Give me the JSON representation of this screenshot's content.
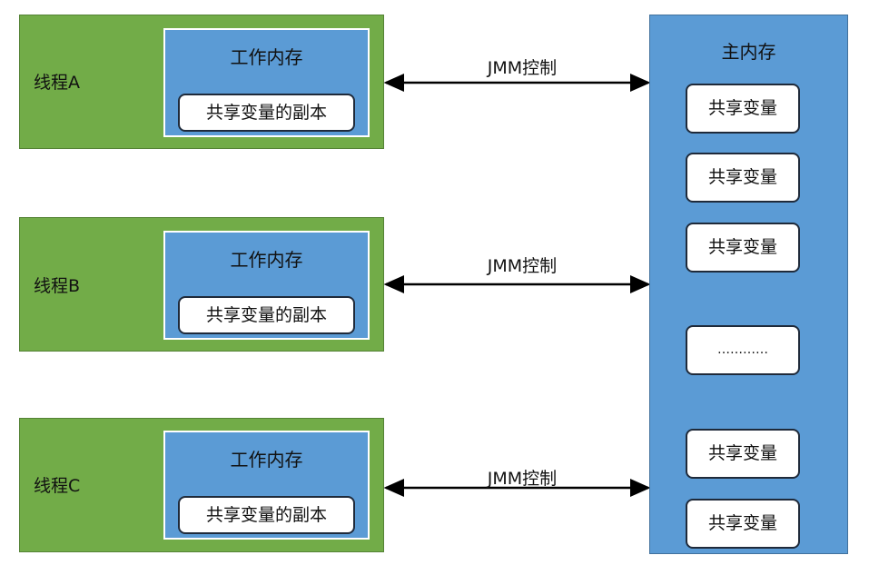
{
  "threads": [
    {
      "label": "线程A",
      "work_memory": "工作内存",
      "copy": "共享变量的副本",
      "jmm": "JMM控制"
    },
    {
      "label": "线程B",
      "work_memory": "工作内存",
      "copy": "共享变量的副本",
      "jmm": "JMM控制"
    },
    {
      "label": "线程C",
      "work_memory": "工作内存",
      "copy": "共享变量的副本",
      "jmm": "JMM控制"
    }
  ],
  "main_memory": {
    "title": "主内存",
    "items": [
      "共享变量",
      "共享变量",
      "共享变量",
      "…………",
      "共享变量",
      "共享变量"
    ]
  },
  "colors": {
    "thread_fill": "#72AC48",
    "memory_fill": "#5B9BD5",
    "arrow": "#000000"
  }
}
